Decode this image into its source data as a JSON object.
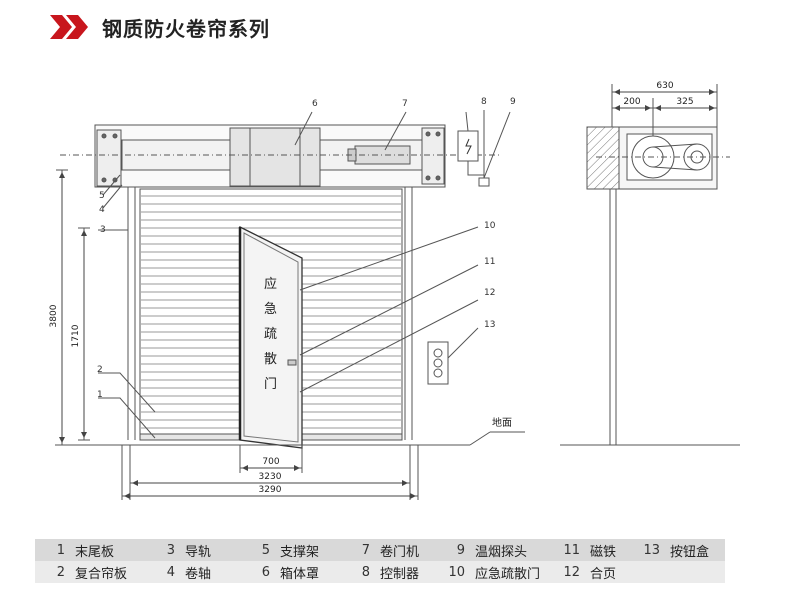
{
  "header": {
    "title": "钢质防火卷帘系列",
    "icon": "double-chevron-right-icon",
    "accent": "#c8161d"
  },
  "diagram": {
    "callouts": [
      "1",
      "2",
      "3",
      "4",
      "5",
      "6",
      "7",
      "8",
      "9",
      "10",
      "11",
      "12",
      "13"
    ],
    "door_text": [
      "应",
      "急",
      "疏",
      "散",
      "门"
    ],
    "ground_label": "地面",
    "dims": {
      "total_height": "3800",
      "opening_height": "1710",
      "door_width": "700",
      "opening_width": "3230",
      "total_width": "3290",
      "side_total": "630",
      "side_left": "200",
      "side_right": "325"
    }
  },
  "legend": {
    "rows": [
      [
        {
          "num": "1",
          "label": "末尾板"
        },
        {
          "num": "3",
          "label": "导轨"
        },
        {
          "num": "5",
          "label": "支撑架"
        },
        {
          "num": "7",
          "label": "卷门机"
        },
        {
          "num": "9",
          "label": "温烟探头"
        },
        {
          "num": "11",
          "label": "磁铁"
        },
        {
          "num": "13",
          "label": "按钮盒"
        }
      ],
      [
        {
          "num": "2",
          "label": "复合帘板"
        },
        {
          "num": "4",
          "label": "卷轴"
        },
        {
          "num": "6",
          "label": "箱体罩"
        },
        {
          "num": "8",
          "label": "控制器"
        },
        {
          "num": "10",
          "label": "应急疏散门"
        },
        {
          "num": "12",
          "label": "合页"
        },
        {
          "num": "",
          "label": ""
        }
      ]
    ]
  }
}
